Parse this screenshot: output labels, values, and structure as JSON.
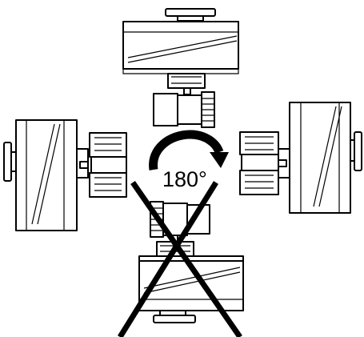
{
  "diagram": {
    "rotation_label": "180°",
    "orientations": [
      {
        "position": "top",
        "allowed": true
      },
      {
        "position": "left",
        "allowed": true
      },
      {
        "position": "right",
        "allowed": true
      },
      {
        "position": "bottom",
        "allowed": false
      }
    ]
  }
}
